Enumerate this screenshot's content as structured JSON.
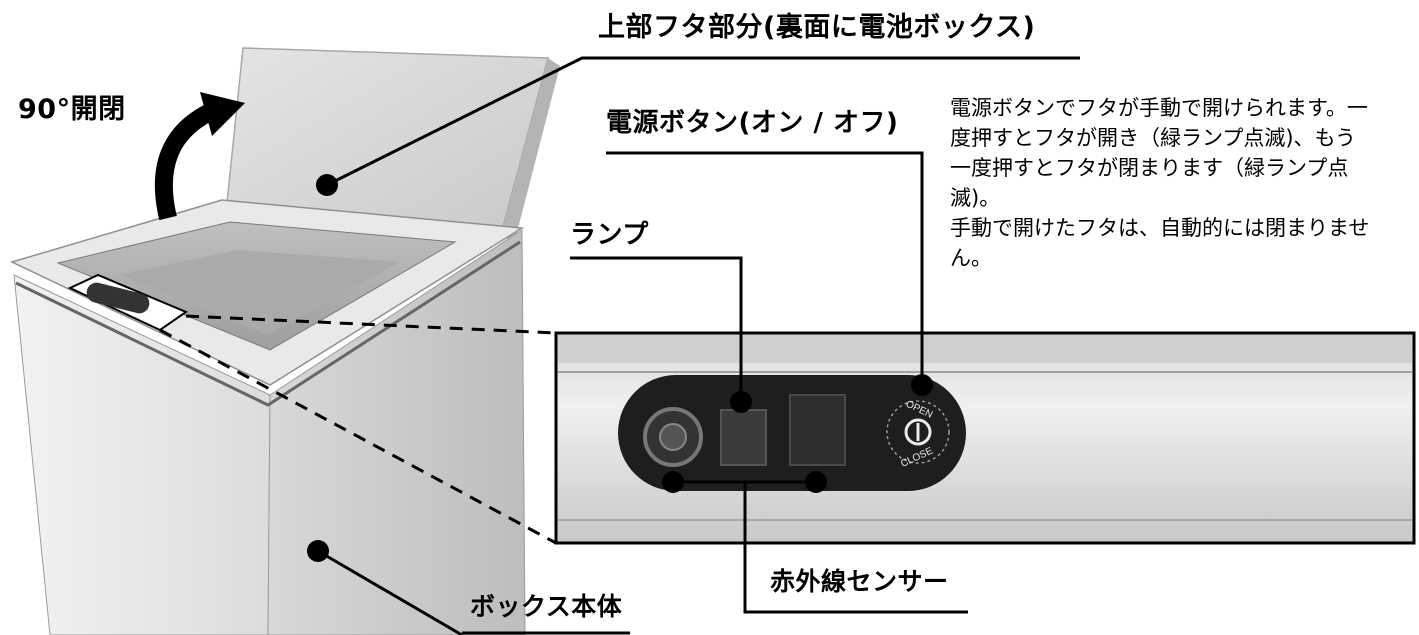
{
  "labels": {
    "top_lid": "上部フタ部分(裏面に電池ボックス)",
    "rotation": "90°開閉",
    "power_button": "電源ボタン(オン / オフ)",
    "lamp": "ランプ",
    "ir_sensor": "赤外線センサー",
    "box_body": "ボックス本体"
  },
  "description": {
    "paragraph_1": "電源ボタンでフタが手動で開けられます。一度押すとフタが開き（緑ランプ点滅)、もう一度押すとフタが閉まります（緑ランプ点滅)。",
    "paragraph_2": "手動で開けたフタは、自動的には閉まりません。"
  },
  "dial_text": {
    "open": "OPEN",
    "close": "CLOSE"
  }
}
